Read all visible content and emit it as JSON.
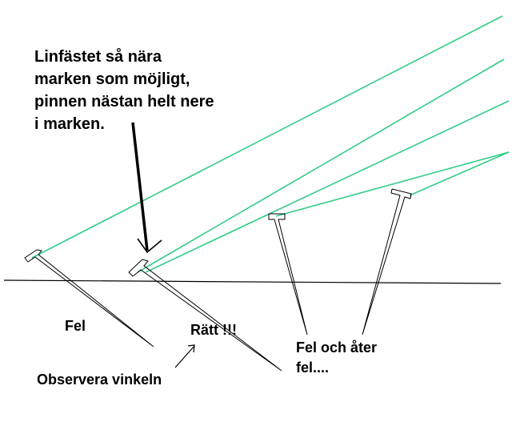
{
  "annotations": {
    "top_note": [
      "Linfästet så nära",
      "marken som möjligt,",
      "pinnen nästan helt nere",
      "i marken."
    ],
    "fel": "Fel",
    "ratt": "Rätt !!!",
    "observera": "Observera vinkeln",
    "fel_och_ater": [
      "Fel och åter",
      "fel...."
    ]
  },
  "colors": {
    "guy_line": "#33cc88",
    "ink": "#000000",
    "background": "#ffffff"
  }
}
